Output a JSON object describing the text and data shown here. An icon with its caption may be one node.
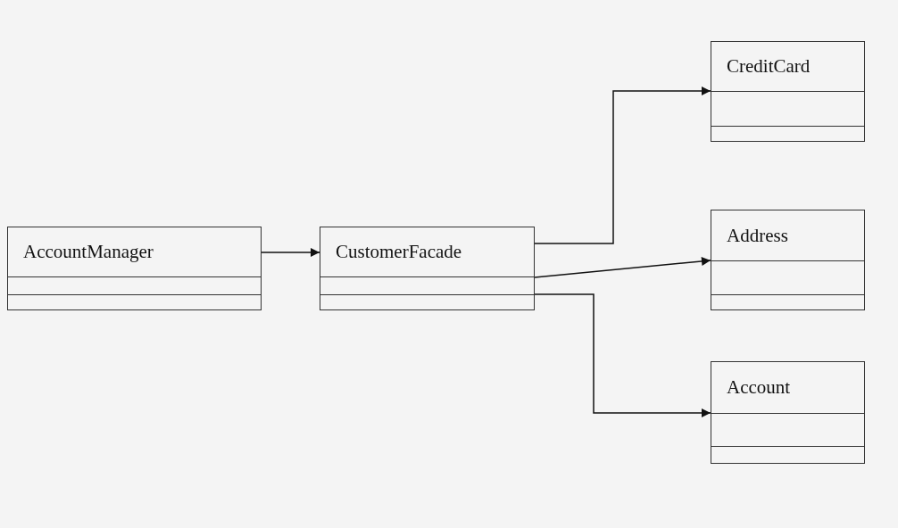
{
  "diagram": {
    "nodes": [
      {
        "text": [
          "AccountManager"
        ]
      },
      {
        "text": [
          "CustomerFacade"
        ]
      },
      {
        "text": [
          "CreditCard"
        ]
      },
      {
        "text": [
          "Address"
        ]
      },
      {
        "text": [
          "Account"
        ]
      }
    ],
    "edges": [
      {
        "from": 0,
        "to": 1,
        "arrow": "to"
      },
      {
        "from": 1,
        "to": 2,
        "arrow": "to"
      },
      {
        "from": 1,
        "to": 3,
        "arrow": "to"
      },
      {
        "from": 1,
        "to": 4,
        "arrow": "to"
      }
    ]
  }
}
